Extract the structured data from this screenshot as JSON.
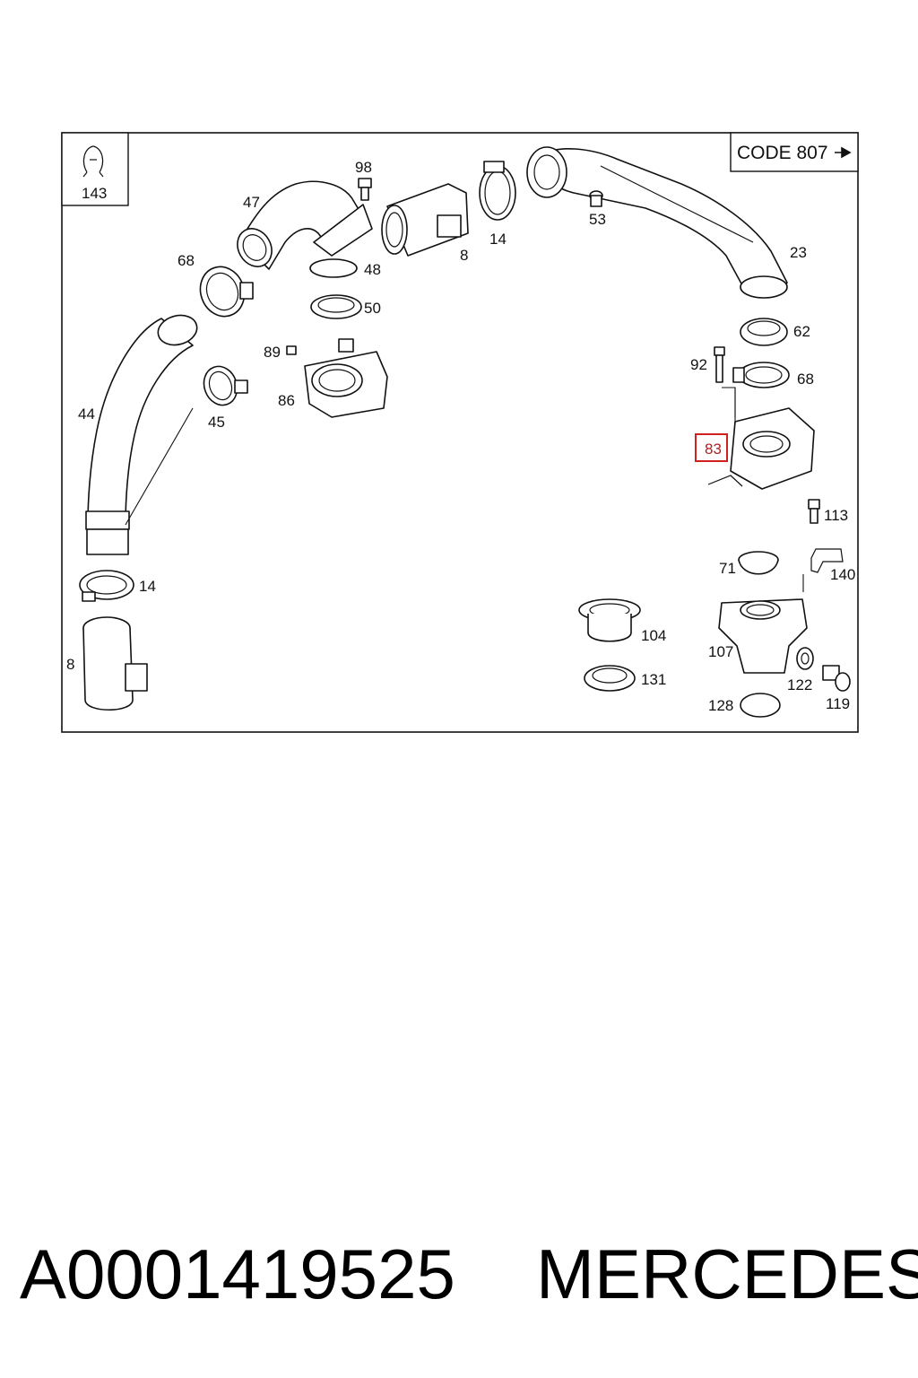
{
  "diagram": {
    "code_box": "CODE 807",
    "corner_label": "143",
    "highlighted_part": "83",
    "labels": {
      "p98": "98",
      "p47": "47",
      "p48": "48",
      "p50": "50",
      "p8top": "8",
      "p14top": "14",
      "p53": "53",
      "p23": "23",
      "p68left": "68",
      "p89": "89",
      "p86": "86",
      "p44": "44",
      "p45": "45",
      "p62": "62",
      "p92": "92",
      "p68right": "68",
      "p113": "113",
      "p71": "71",
      "p140": "140",
      "p104": "104",
      "p107": "107",
      "p122": "122",
      "p119": "119",
      "p131": "131",
      "p128": "128",
      "p14left": "14",
      "p8left": "8"
    }
  },
  "footer": {
    "part_number": "A0001419525",
    "brand": "MERCEDES"
  }
}
